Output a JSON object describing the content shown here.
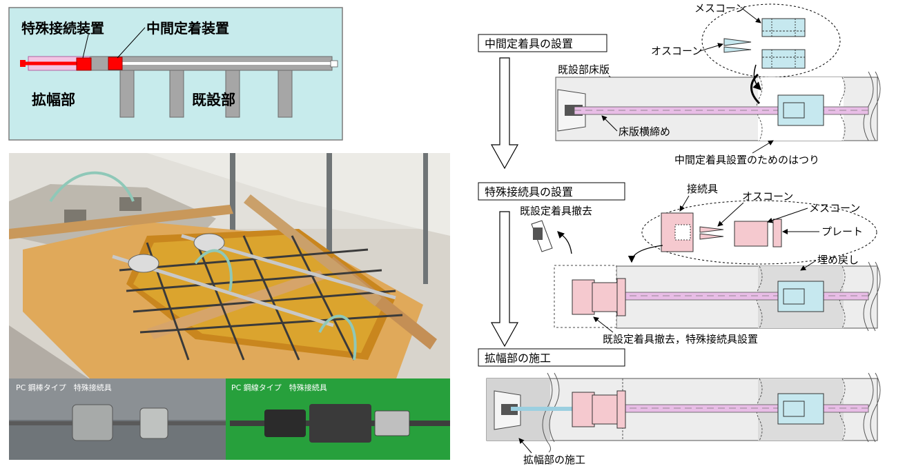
{
  "overview": {
    "special_device": "特殊接続装置",
    "intermediate_device": "中間定着装置",
    "widened_part": "拡幅部",
    "existing_part": "既設部",
    "colors": {
      "panel": "#c7ebec",
      "concrete": "#a6a6a6",
      "pink": "#f2c4e3",
      "red": "#ff0000"
    }
  },
  "photo": {
    "caption_bar": "PC 鋼棒タイプ　特殊接続具",
    "caption_strand": "PC 鋼線タイプ　特殊接続具"
  },
  "steps": {
    "step1": {
      "title": "中間定着具の設置",
      "female_cone": "メスコーン",
      "male_cone": "オスコーン",
      "existing_slab": "既設部床版",
      "slab_tendon": "床版横締め",
      "chipping": "中間定着具設置のためのはつり"
    },
    "step2": {
      "title": "特殊接続具の設置",
      "removal": "既設定着具撤去",
      "connector": "接続具",
      "male_cone": "オスコーン",
      "female_cone": "メスコーン",
      "plate": "プレート",
      "backfill": "埋め戻し",
      "bottom_note": "既設定着具撤去，特殊接続具設置"
    },
    "step3": {
      "title": "拡幅部の施工",
      "bottom_note": "拡幅部の施工"
    },
    "colors": {
      "blue": "#c6e8ef",
      "pink": "#f5c9cf",
      "tendon": "#e8bde6",
      "slab": "#ededed"
    }
  }
}
